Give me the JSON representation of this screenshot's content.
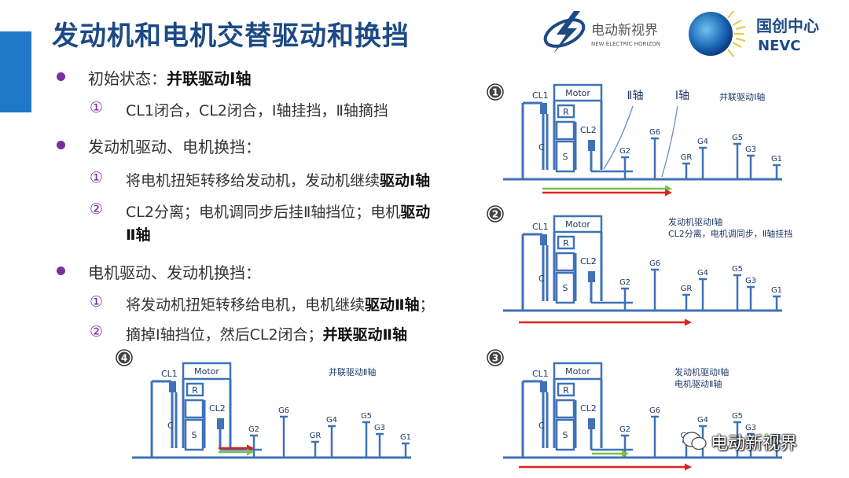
{
  "title": "发动机和电机交替驱动和换挡",
  "logos": {
    "brand1_name": "电动新视界",
    "brand1_sub": "NEW ELECTRIC HORIZON",
    "brand2_name": "国创中心",
    "brand2_sub": "NEVC"
  },
  "sections": [
    {
      "bullet_plain": "初始状态：",
      "bullet_bold": "并联驱动Ⅰ轴",
      "items": [
        {
          "num": "①",
          "text": "CL1闭合，CL2闭合，Ⅰ轴挂挡，Ⅱ轴摘挡",
          "bold": ""
        }
      ]
    },
    {
      "bullet_plain": "发动机驱动、电机换挡：",
      "bullet_bold": "",
      "items": [
        {
          "num": "①",
          "text": "将电机扭矩转移给发动机，发动机继续",
          "bold": "驱动Ⅰ轴"
        },
        {
          "num": "②",
          "text": "CL2分离；电机调同步后挂Ⅱ轴挡位；电机",
          "bold": "驱动",
          "bold2": "Ⅱ轴"
        }
      ]
    },
    {
      "bullet_plain": "电机驱动、发动机换挡：",
      "bullet_bold": "",
      "items": [
        {
          "num": "①",
          "text": "将发动机扭矩转移给电机，电机继续",
          "bold": "驱动Ⅱ轴",
          "tail": "；"
        },
        {
          "num": "②",
          "text": "摘掉Ⅰ轴挡位，然后CL2闭合；",
          "bold": "并联驱动Ⅱ轴"
        }
      ]
    }
  ],
  "diagram_labels": {
    "motor": "Motor",
    "cl1": "CL1",
    "cl2": "CL2",
    "r": "R",
    "s": "S",
    "c": "C",
    "g1": "G1",
    "g2": "G2",
    "g3": "G3",
    "g4": "G4",
    "g5": "G5",
    "g6": "G6",
    "gr": "GR",
    "shaft2": "Ⅱ轴",
    "shaft1": "Ⅰ轴"
  },
  "panels": [
    {
      "badge": "1",
      "caption1": "并联驱动Ⅰ轴",
      "caption2": ""
    },
    {
      "badge": "2",
      "caption1": "发动机驱动Ⅰ轴",
      "caption2": "CL2分离，电机调同步，Ⅱ轴挂挡"
    },
    {
      "badge": "3",
      "caption1": "发动机驱动Ⅰ轴",
      "caption2": "电机驱动Ⅱ轴"
    },
    {
      "badge": "4",
      "caption1": "并联驱动Ⅱ轴",
      "caption2": ""
    }
  ],
  "watermark": "电动新视界",
  "colors": {
    "title": "#1d4a86",
    "accent": "#1f77c8",
    "bullet": "#7a2ea0",
    "line": "#3f72b8",
    "red_arrow": "#e02020",
    "green_arrow": "#7ac04a"
  }
}
